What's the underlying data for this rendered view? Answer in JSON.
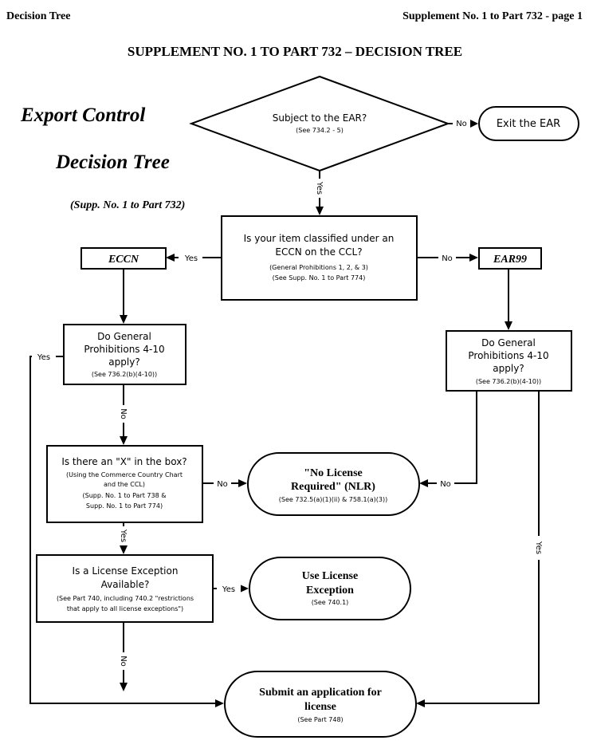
{
  "header": {
    "left": "Decision Tree",
    "right": "Supplement No. 1 to Part 732 - page 1",
    "title": "SUPPLEMENT NO. 1 TO PART 732 – DECISION TREE"
  },
  "side_title": {
    "line1": "Export Control",
    "line2": "Decision Tree",
    "sub": "(Supp. No. 1 to Part 732)"
  },
  "nodes": {
    "subject_ear": {
      "line1": "Subject to the EAR?",
      "ref": "(See 734.2 - 5)"
    },
    "exit_ear": {
      "label": "Exit the EAR"
    },
    "classified": {
      "line1": "Is your item classified under an",
      "line2": "ECCN on the CCL?",
      "ref1": "(General Prohibitions 1, 2, & 3)",
      "ref2": "(See Supp. No. 1 to Part 774)"
    },
    "eccn": {
      "label": "ECCN"
    },
    "ear99": {
      "label": "EAR99"
    },
    "gp_left": {
      "line1": "Do General",
      "line2": "Prohibitions 4-10",
      "line3": "apply?",
      "ref": "(See 736.2(b)(4-10))"
    },
    "gp_right": {
      "line1": "Do General",
      "line2": "Prohibitions 4-10",
      "line3": "apply?",
      "ref": "(See 736.2(b)(4-10))"
    },
    "x_box": {
      "line1": "Is there an \"X\" in the box?",
      "ref1": "(Using the Commerce Country Chart",
      "ref2": "and the CCL)",
      "ref3": "(Supp. No. 1 to Part 738 &",
      "ref4": "Supp. No. 1 to Part 774)"
    },
    "nlr": {
      "line1": "\"No License",
      "line2": "Required\" (NLR)",
      "ref": "(See 732.5(a)(1)(ii) & 758.1(a)(3))"
    },
    "lic_exc": {
      "line1": "Is a License Exception",
      "line2": "Available?",
      "ref1": "(See Part 740, including 740.2 \"restrictions",
      "ref2": "that apply to all license exceptions\")"
    },
    "use_le": {
      "line1": "Use License",
      "line2": "Exception",
      "ref": "(See 740.1)"
    },
    "submit": {
      "line1": "Submit an application for",
      "line2": "license",
      "ref": "(See Part 748)"
    }
  },
  "edge_labels": {
    "no": "No",
    "yes": "Yes"
  }
}
